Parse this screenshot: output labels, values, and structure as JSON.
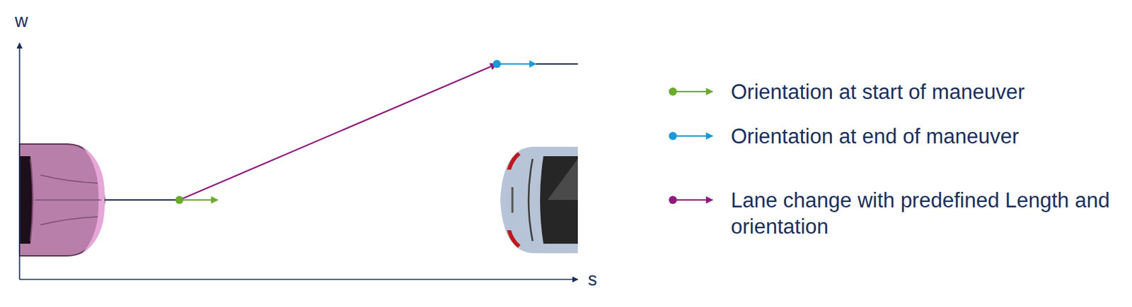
{
  "diagram": {
    "labels": [
      "w",
      "s"
    ],
    "legend": [
      {
        "text": "Orientation at start of maneuver"
      },
      {
        "text": "Orientation at end of maneuver"
      },
      {
        "text": "Lane change with predefined Length and orientation"
      }
    ]
  }
}
